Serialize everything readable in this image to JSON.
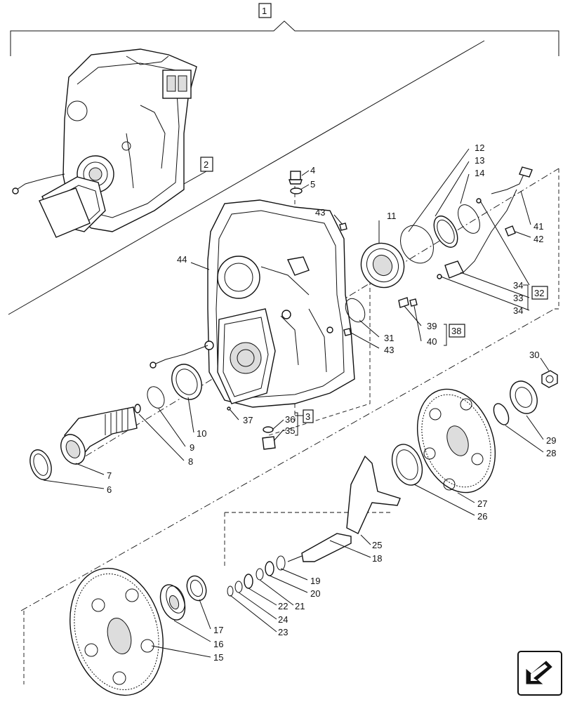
{
  "labels": {
    "l1": "1",
    "l2": "2",
    "l3": "3",
    "l4": "4",
    "l5": "5",
    "l6": "6",
    "l7": "7",
    "l8": "8",
    "l9": "9",
    "l10": "10",
    "l11": "11",
    "l12": "12",
    "l13": "13",
    "l14": "14",
    "l15": "15",
    "l16": "16",
    "l17": "17",
    "l18": "18",
    "l19": "19",
    "l20": "20",
    "l21": "21",
    "l22": "22",
    "l23": "23",
    "l24": "24",
    "l25": "25",
    "l26": "26",
    "l27": "27",
    "l28": "28",
    "l29": "29",
    "l30": "30",
    "l31": "31",
    "l32": "32",
    "l33": "33",
    "l34a": "34",
    "l34b": "34",
    "l35": "35",
    "l36": "36",
    "l37": "37",
    "l38": "38",
    "l39": "39",
    "l40": "40",
    "l41": "41",
    "l42": "42",
    "l43a": "43",
    "l43b": "43",
    "l44": "44"
  },
  "icons": {
    "corner": "navigation-arrow-icon"
  }
}
